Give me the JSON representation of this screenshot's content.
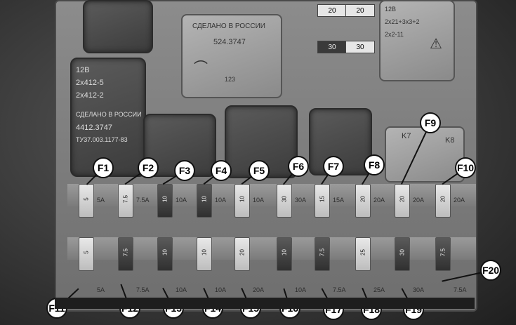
{
  "relay_labels": {
    "relay_center_top": [
      "СДЕЛАНО В РОССИИ",
      "524.3747",
      "123"
    ],
    "relay_left_tall": [
      "12В",
      "2х412-5",
      "2х412-2",
      "СДЕЛАНО В РОССИИ",
      "4412.3747",
      "ТУ37.003.1177-83"
    ],
    "relay_right_top": [
      "12В",
      "2х21+3х3+2",
      "2х2-11"
    ]
  },
  "small_fuses": [
    {
      "label": "20",
      "value": "20"
    },
    {
      "label": "30",
      "value": "30"
    }
  ],
  "relay_k_labels": [
    "K7",
    "K8"
  ],
  "fuse_ratings_top": [
    "5A",
    "7.5A",
    "10A",
    "10A",
    "10A",
    "30A",
    "15A",
    "20A",
    "20A",
    "20A"
  ],
  "fuse_ratings_bottom": [
    "5A",
    "7.5A",
    "10A",
    "10A",
    "20A",
    "10A",
    "7.5A",
    "25A",
    "30A",
    "7.5A"
  ],
  "callouts_top": [
    "F1",
    "F2",
    "F3",
    "F4",
    "F5",
    "F6",
    "F7",
    "F8",
    "F9",
    "F10"
  ],
  "callouts_bottom": [
    "F11",
    "F12",
    "F13",
    "F14",
    "F15",
    "F16",
    "F17",
    "F18",
    "F19",
    "F20"
  ]
}
